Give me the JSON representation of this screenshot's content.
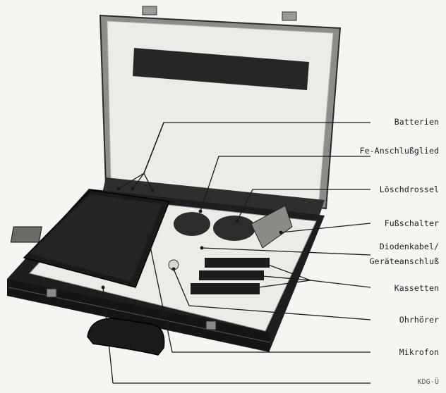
{
  "figure": {
    "labels": {
      "batterien": "Batterien",
      "fe_anschlussglied": "Fe-Anschlußglied",
      "loeschdrossel": "Löschdrossel",
      "fussschalter": "Fußschalter",
      "diodenkabel_line1": "Diodenkabel/",
      "diodenkabel_line2": "Geräteanschluß",
      "kassetten": "Kassetten",
      "ohrhoerer": "Ohrhörer",
      "mikrofon": "Mikrofon"
    },
    "code": "KDG-Ü"
  }
}
